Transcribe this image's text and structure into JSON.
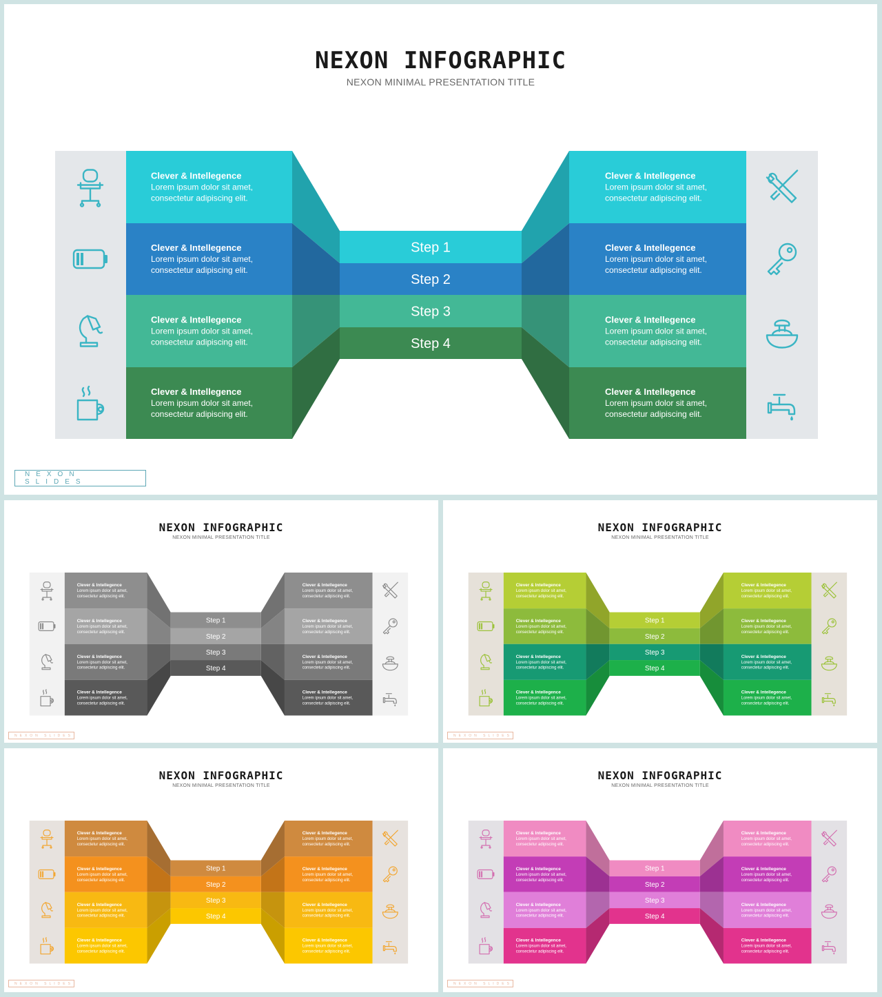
{
  "infographic": {
    "title": "NEXON INFOGRAPHIC",
    "subtitle": "NEXON MINIMAL PRESENTATION TITLE",
    "brand": "NEXON SLIDES",
    "card_heading": "Clever & Intellegence",
    "card_body_line1": "Lorem ipsum dolor sit amet,",
    "card_body_line2": "consectetur adipiscing elit.",
    "steps": [
      "Step 1",
      "Step 2",
      "Step 3",
      "Step 4"
    ],
    "left_icons": [
      "office-chair-icon",
      "battery-icon",
      "desk-lamp-icon",
      "coffee-mug-icon"
    ],
    "right_icons": [
      "tools-icon",
      "key-icon",
      "juicer-icon",
      "faucet-icon"
    ]
  },
  "variants": [
    {
      "id": "main",
      "theme": "cool",
      "rows": [
        "#29CCD8",
        "#2A82C6",
        "#43B896",
        "#3C8A52"
      ],
      "panel": "#E4E7EA",
      "icon": "#3AB5C4",
      "brand_color": "#5CA7B5"
    },
    {
      "id": "s1",
      "theme": "gray",
      "rows": [
        "#8E8E8E",
        "#A5A5A5",
        "#7A7A7A",
        "#595959"
      ],
      "panel": "#F2F2F2",
      "icon": "#8A8A8A",
      "brand_color": "#E8B7A0"
    },
    {
      "id": "s2",
      "theme": "green",
      "rows": [
        "#B5CE35",
        "#8DBB3C",
        "#179A73",
        "#1DB04A"
      ],
      "panel": "#E6E1D9",
      "icon": "#9CC23A",
      "brand_color": "#E8B7A0"
    },
    {
      "id": "s3",
      "theme": "orange",
      "rows": [
        "#CF8A3F",
        "#F4911E",
        "#F8B912",
        "#FCC700"
      ],
      "panel": "#E7E2DE",
      "icon": "#F2A631",
      "brand_color": "#E8B7A0"
    },
    {
      "id": "s4",
      "theme": "pink",
      "rows": [
        "#F08BC2",
        "#C33DB6",
        "#E07FD9",
        "#E2338D"
      ],
      "panel": "#E3E1E5",
      "icon": "#D36FB0",
      "brand_color": "#E8B7A0"
    }
  ]
}
